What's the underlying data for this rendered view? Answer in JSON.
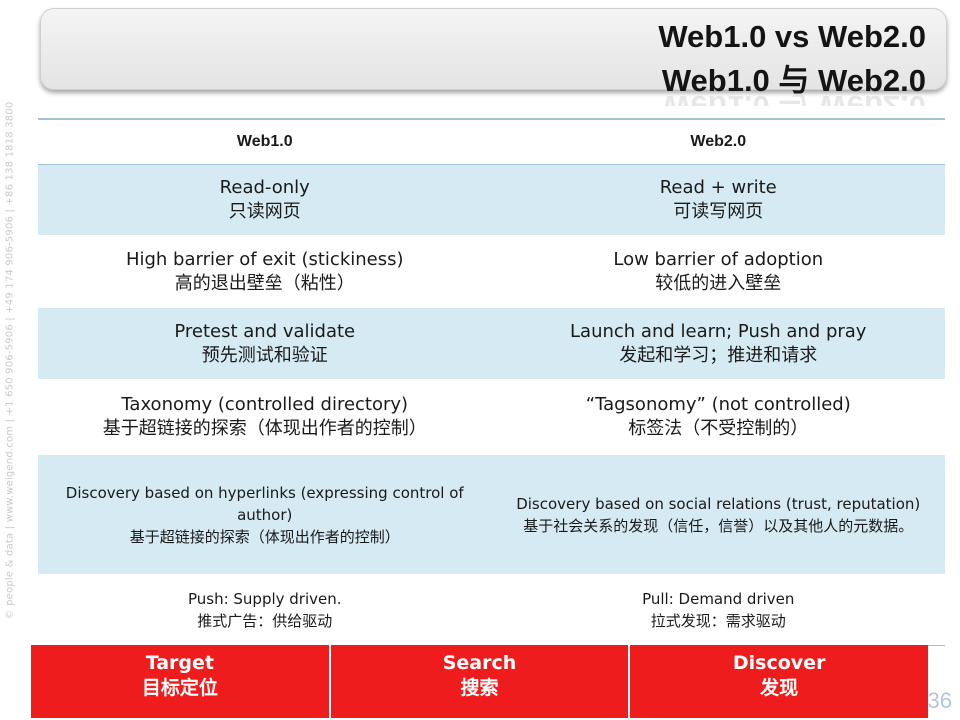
{
  "side_strip": "© people & data | www.weigend.com | +1 650 906-5906 | +49 174 906-5906 | +86 138 1818 3800",
  "title": {
    "line1": "Web1.0 vs Web2.0",
    "line2": "Web1.0 与 Web2.0"
  },
  "table": {
    "headers": [
      "Web1.0",
      "Web2.0"
    ],
    "rows": [
      {
        "left": {
          "en": "Read-only",
          "zh": "只读网页"
        },
        "right": {
          "en": "Read + write",
          "zh": "可读写网页"
        }
      },
      {
        "left": {
          "en": "High barrier of exit (stickiness)",
          "zh": "高的退出壁垒（粘性）"
        },
        "right": {
          "en": "Low barrier of adoption",
          "zh": "较低的进入壁垒"
        }
      },
      {
        "left": {
          "en": "Pretest and validate",
          "zh": "预先测试和验证"
        },
        "right": {
          "en": "Launch and learn; Push and pray",
          "zh": "发起和学习；推进和请求"
        }
      },
      {
        "left": {
          "en": "Taxonomy (controlled directory)",
          "zh": "基于超链接的探索（体现出作者的控制）"
        },
        "right": {
          "en": "“Tagsonomy” (not controlled)",
          "zh": "标签法（不受控制的）"
        }
      },
      {
        "left": {
          "en": "Discovery based on hyperlinks (expressing control of author)",
          "zh": "基于超链接的探索（体现出作者的控制）"
        },
        "right": {
          "en": "Discovery based on social relations (trust, reputation)",
          "zh": "基于社会关系的发现（信任，信誉）以及其他人的元数据。"
        }
      },
      {
        "left": {
          "en": "Push: Supply driven.",
          "zh": "推式广告：供给驱动"
        },
        "right": {
          "en": "Pull: Demand driven",
          "zh": "拉式发现：需求驱动"
        }
      }
    ]
  },
  "bottom_bar": [
    {
      "en": "Target",
      "zh": "目标定位"
    },
    {
      "en": "Search",
      "zh": "搜索"
    },
    {
      "en": "Discover",
      "zh": "发现"
    }
  ],
  "page_number": "36",
  "colors": {
    "accent_red": "#ee1c1c",
    "row_shade": "#d6eaf3",
    "rule": "#9fc2d4"
  }
}
